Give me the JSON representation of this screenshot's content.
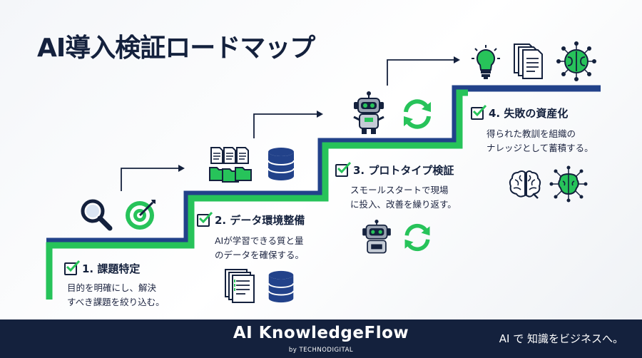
{
  "header": {
    "title": "AI導入検証ロードマップ"
  },
  "steps": [
    {
      "title": "1. 課題特定",
      "desc_lines": [
        "目的を明確にし、解決",
        "すべき課題を絞り込む。"
      ],
      "icons": [
        "magnifier-icon",
        "target-icon"
      ]
    },
    {
      "title": "2. データ環境整備",
      "desc_lines": [
        "AIが学習できる質と量",
        "のデータを確保する。"
      ],
      "icons": [
        "documents-folders-icon",
        "database-icon",
        "document-stack-icon",
        "database-icon"
      ]
    },
    {
      "title": "3. プロトタイプ検証",
      "desc_lines": [
        "スモールスタートで現場",
        "に投入、改善を繰り返す。"
      ],
      "icons": [
        "robot-icon",
        "refresh-cycle-icon",
        "robot-icon",
        "refresh-cycle-icon"
      ]
    },
    {
      "title": "4. 失敗の資産化",
      "desc_lines": [
        "得られた教訓を組織の",
        "ナレッジとして蓄積する。"
      ],
      "icons": [
        "lightbulb-icon",
        "documents-icon",
        "network-brain-icon",
        "brain-icon",
        "circuit-brain-icon"
      ]
    }
  ],
  "colors": {
    "navy": "#14213d",
    "green": "#27c35a",
    "blue": "#22428a"
  },
  "footer": {
    "brand": "AI KnowledgeFlow",
    "brand_sub": "by TECHNODIGITAL",
    "tagline": "AI で 知識をビジネスへ。"
  }
}
